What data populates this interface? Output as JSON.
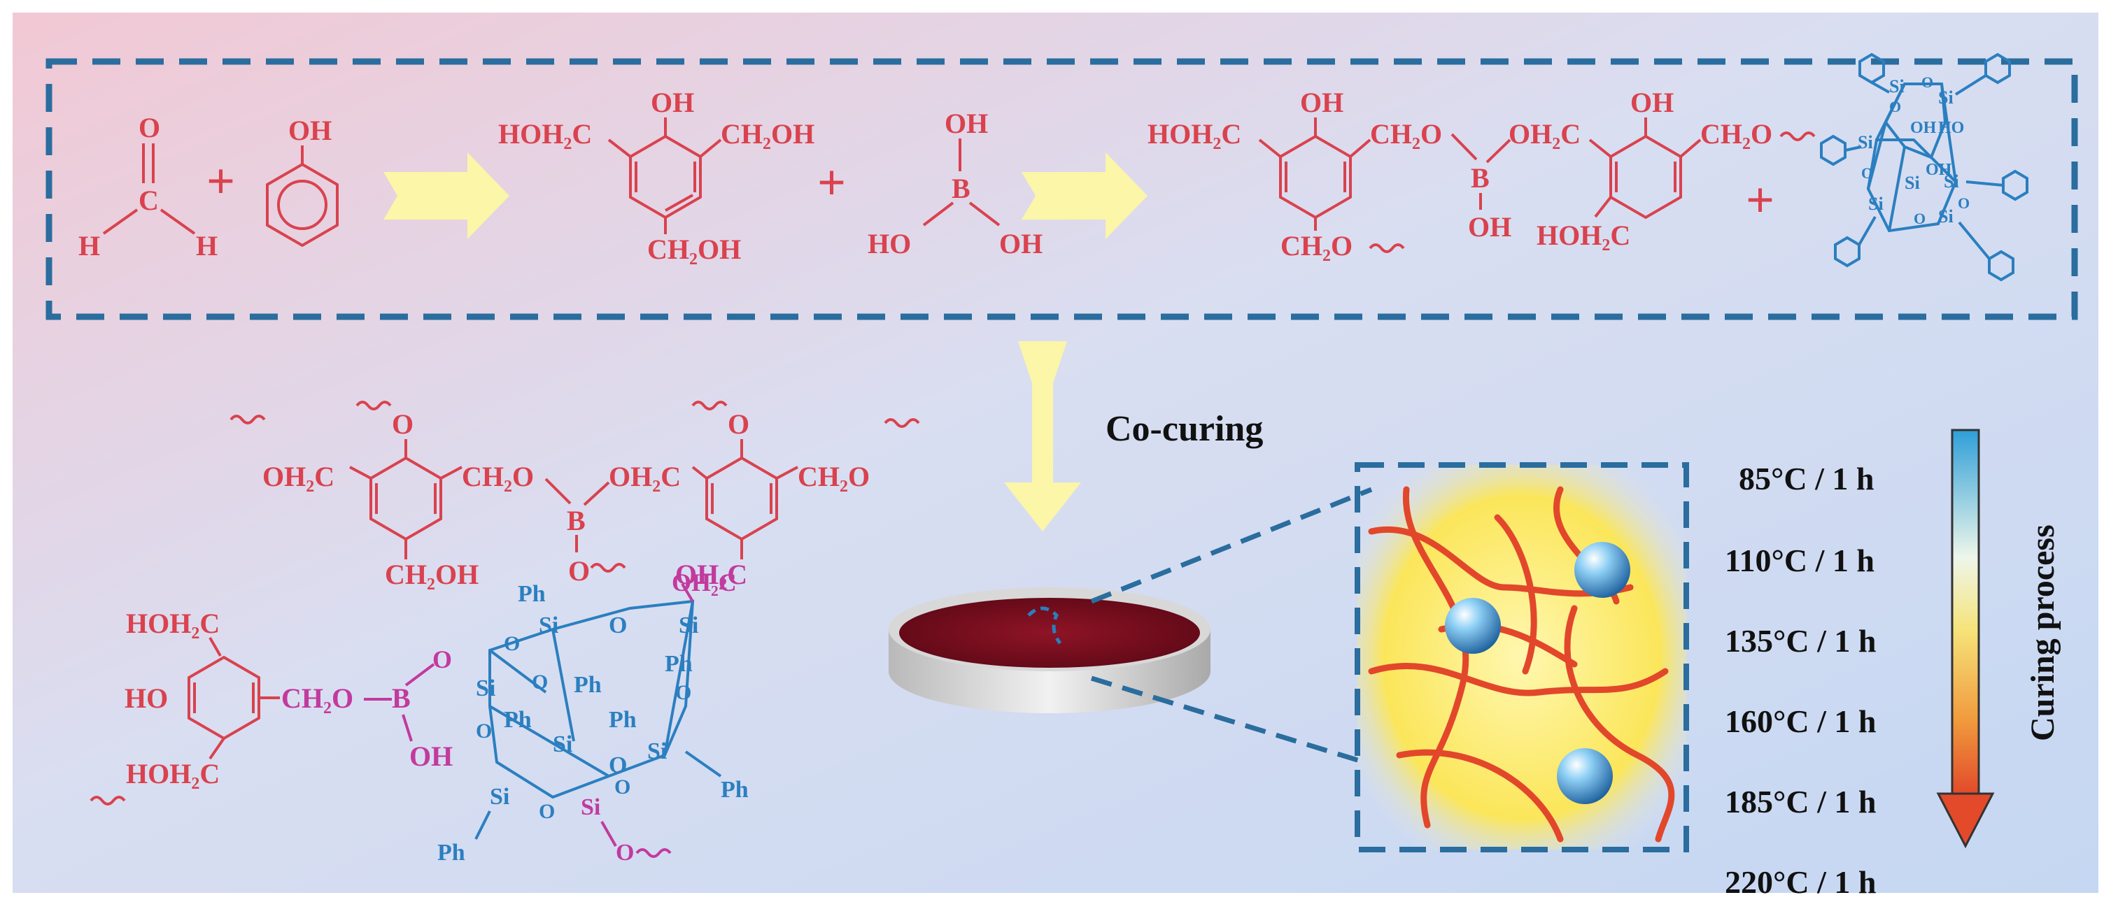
{
  "colors": {
    "reactant": "#d9424e",
    "silsesquioxane": "#2b7fc0",
    "linkage": "#c23a9e",
    "frame": "#2a6d9e",
    "arrow": "#fbf6a8"
  },
  "reaction": {
    "formaldehyde": {
      "O": "O",
      "C": "C",
      "H1": "H",
      "H2": "H"
    },
    "phenol": {
      "OH": "OH"
    },
    "plus": "+",
    "trimethylol": {
      "OH": "OH",
      "left": "HOH₂C",
      "right": "CH₂OH",
      "bottom": "CH₂OH"
    },
    "boric_acid": {
      "B": "B",
      "OH_top": "OH",
      "OH_left": "HO",
      "OH_right": "OH"
    },
    "borate_resin": {
      "OH_a": "OH",
      "left_a": "HOH₂C",
      "bridge": "CH₂O",
      "B": "B",
      "B_OH": "OH",
      "OH_b": "OH",
      "link_b": "OH₂C",
      "right_b": "CH₂O",
      "bottom_a": "CH₂O",
      "bottom_b": "HOH₂C"
    },
    "posS": {
      "Si": "Si",
      "O": "O",
      "OH": "OH",
      "HO": "HO"
    }
  },
  "cocuring": {
    "label": "Co-curing"
  },
  "product": {
    "top": {
      "O1": "O",
      "left": "OH₂C",
      "bridge": "CH₂O",
      "B": "B",
      "link": "OH₂C",
      "O2": "O",
      "right": "CH₂O",
      "B_O": "O",
      "bottom_left": "CH₂OH",
      "bottom_right": "OH₂C"
    },
    "bottom": {
      "hoh2c": "HOH₂C",
      "ho": "HO",
      "ch2o": "CH₂O",
      "B": "B",
      "oh": "OH",
      "oh2c": "OH₂C",
      "Ph": "Ph",
      "Si": "Si",
      "O": "O"
    }
  },
  "curing": {
    "axis_label": "Curing process",
    "steps": [
      "85°C / 1 h",
      "110°C / 1 h",
      "135°C / 1 h",
      "160°C / 1 h",
      "185°C / 1 h",
      "220°C / 1 h"
    ]
  }
}
